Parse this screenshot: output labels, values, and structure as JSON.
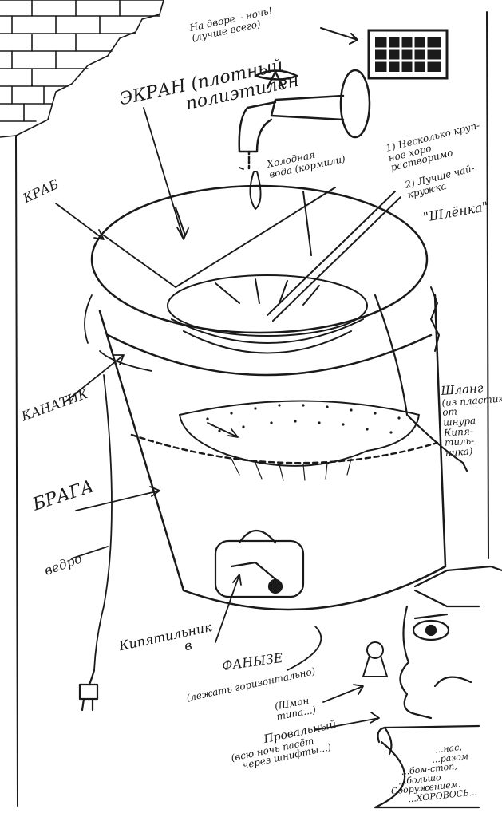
{
  "labels": {
    "night_line1": "На дворе – ночь!",
    "night_line2": "(лучше всего)",
    "screen_line1": "ЭКРАН (плотный",
    "screen_line2": "полиэтилен",
    "cold_water_line1": "Холодная",
    "cold_water_line2": "вода (кормили)",
    "note1_line1": "1) Несколько круп-",
    "note1_line2": "ное хоро",
    "note1_line3": "растворимо",
    "note2_line1": "2) Лучше чай-",
    "note2_line2": "кружка",
    "bowl": "\"Шлёнка\"",
    "crab": "КРАБ",
    "rope": "КАНАТИК",
    "hose_line1": "Шланг",
    "hose_line2": "(из пластик-",
    "hose_line3": "от",
    "hose_line4": "шнура",
    "hose_line5": "Кипя-",
    "hose_line6": "тиль-",
    "hose_line7": "ника)",
    "braga": "БРАГА",
    "bucket": "ведро",
    "boiler_line1": "Кипятильник",
    "boiler_line2": "в",
    "boiler_line3": "ФАНЫЗЕ",
    "boiler_line4": "(лежать горизонтально)",
    "shmon_line1": "(Шмон",
    "shmon_line2": "типа...)",
    "unnamed_line1": "Провальный",
    "unnamed_line2": "(всю ночь пасёт",
    "unnamed_line3": "через шнифты...)",
    "scroll_line1": "...нас,",
    "scroll_line2": "...разом",
    "scroll_line3": "...бом-стоп,",
    "scroll_line4": "...большо",
    "scroll_line5": "Сооружением.",
    "scroll_line6": "...ХОРОВОСЬ..."
  }
}
